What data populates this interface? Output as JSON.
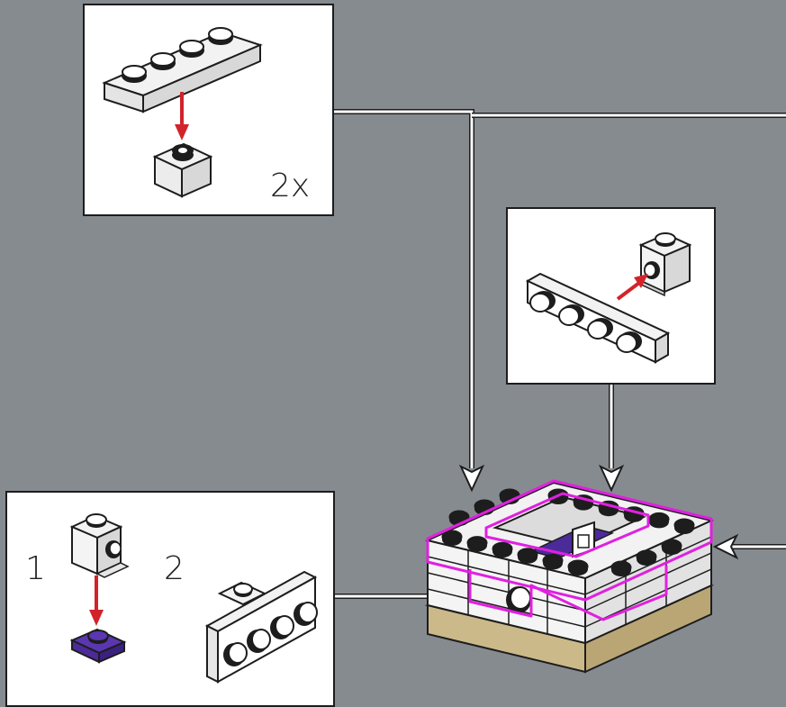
{
  "panels": {
    "top_left": {
      "multiplier": "2x"
    },
    "middle": {},
    "bottom_left": {
      "step_one": "1",
      "step_two": "2"
    }
  },
  "colors": {
    "background": "#868b8f",
    "arrow": "#d2232a",
    "highlight": "#e020e0",
    "purple_plate": "#4b2b9a",
    "tan_base": "#d8c79a",
    "brick": "#f2f2f2",
    "outline": "#1d1d1d"
  },
  "icons": [
    "plate-1x4-icon",
    "brick-1x1-icon",
    "bracket-brick-icon",
    "purple-plate-icon",
    "assembled-model-icon"
  ]
}
